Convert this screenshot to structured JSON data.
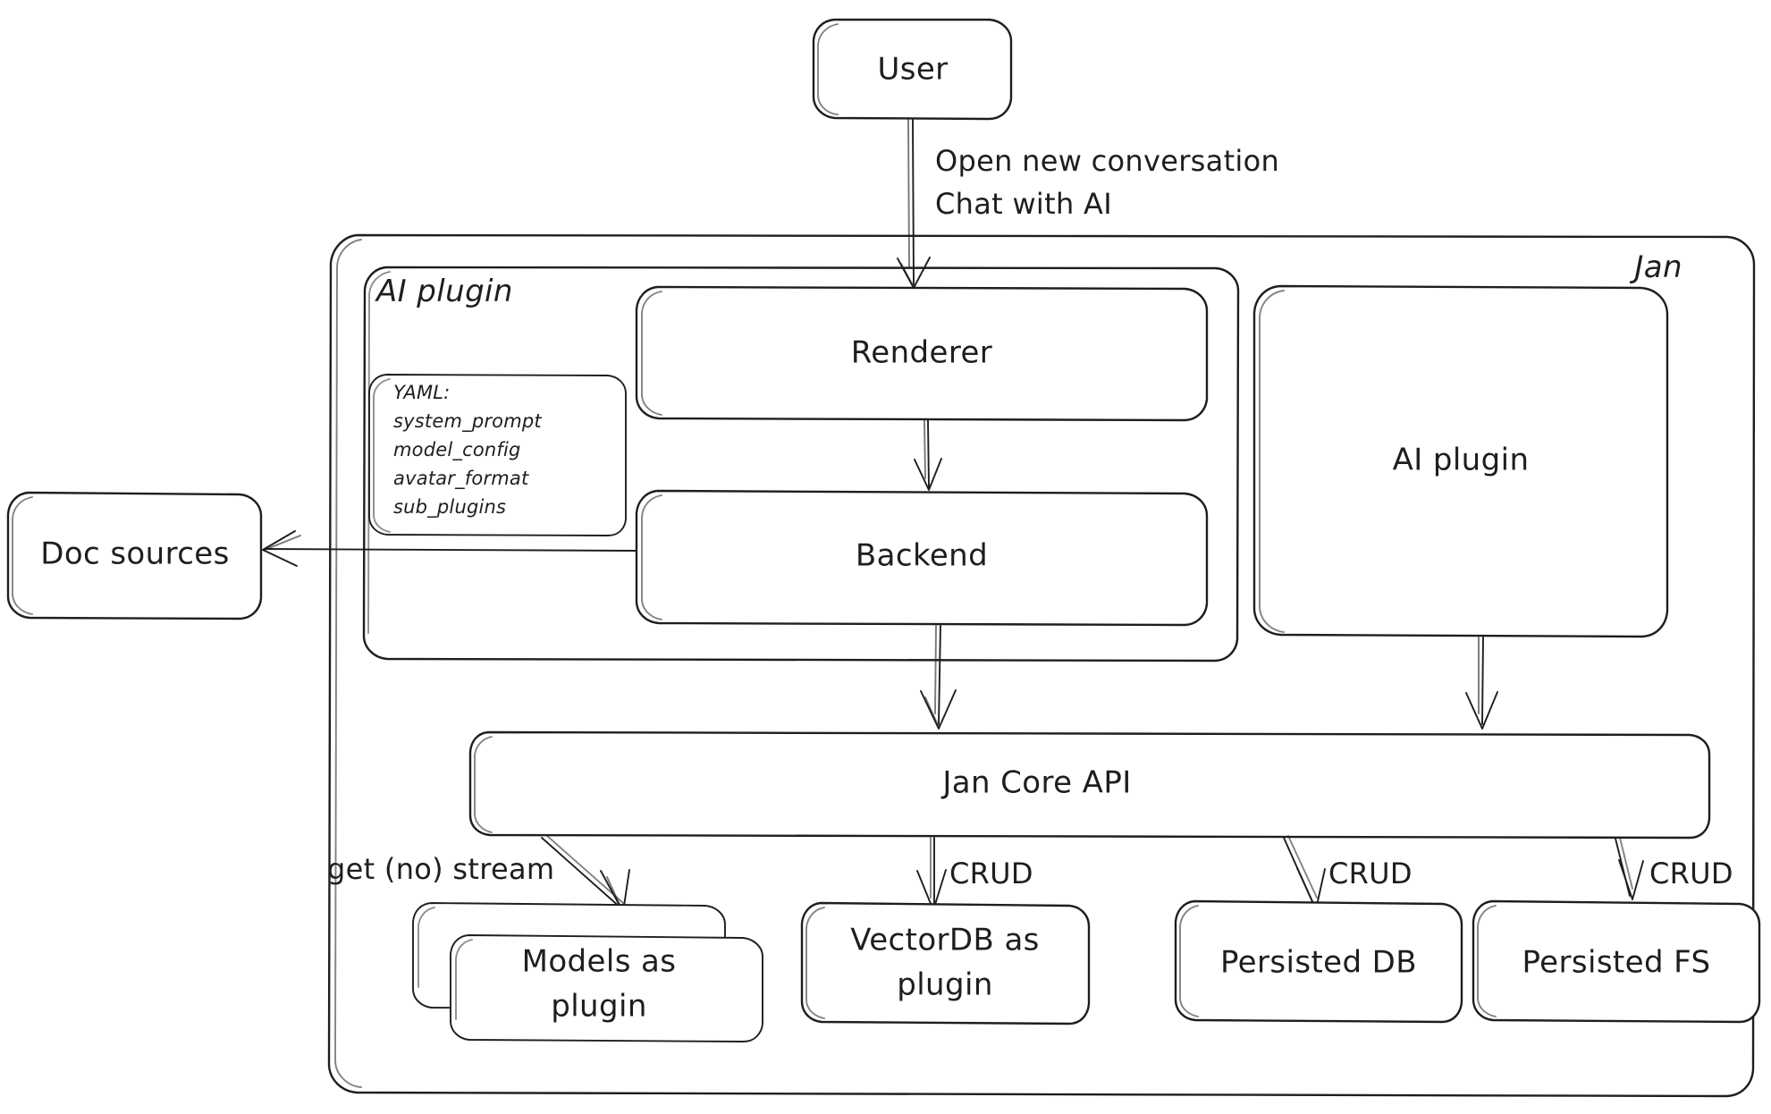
{
  "diagram": {
    "title": "Jan architecture diagram",
    "style": "hand-drawn",
    "stroke_color": "#1e1e1e",
    "background_color": "#ffffff"
  },
  "nodes": {
    "user": {
      "label": "User"
    },
    "jan_container": {
      "label": "Jan"
    },
    "ai_plugin_group": {
      "label": "AI plugin"
    },
    "yaml_card": {
      "lines": [
        "YAML:",
        "system_prompt",
        "model_config",
        "avatar_format",
        "sub_plugins"
      ]
    },
    "renderer": {
      "label": "Renderer"
    },
    "backend": {
      "label": "Backend"
    },
    "ai_plugin_box": {
      "label": "AI plugin"
    },
    "doc_sources": {
      "label": "Doc sources"
    },
    "jan_core_api": {
      "label": "Jan Core API"
    },
    "models_as_plugin": {
      "label_line1": "Models as",
      "label_line2": "plugin"
    },
    "vectordb_as_plugin": {
      "label_line1": "VectorDB as",
      "label_line2": "plugin"
    },
    "persisted_db": {
      "label": "Persisted DB"
    },
    "persisted_fs": {
      "label": "Persisted FS"
    }
  },
  "edges": {
    "user_to_renderer": {
      "label_line1": "Open new conversation",
      "label_line2": "Chat with AI"
    },
    "renderer_to_backend": {
      "label": ""
    },
    "backend_to_doc_sources": {
      "label": ""
    },
    "backend_to_core": {
      "label": ""
    },
    "ai_plugin_to_core": {
      "label": ""
    },
    "core_to_models": {
      "label": "get (no) stream"
    },
    "core_to_vectordb": {
      "label": "CRUD"
    },
    "core_to_persisted_db": {
      "label": "CRUD"
    },
    "core_to_persisted_fs": {
      "label": "CRUD"
    }
  }
}
